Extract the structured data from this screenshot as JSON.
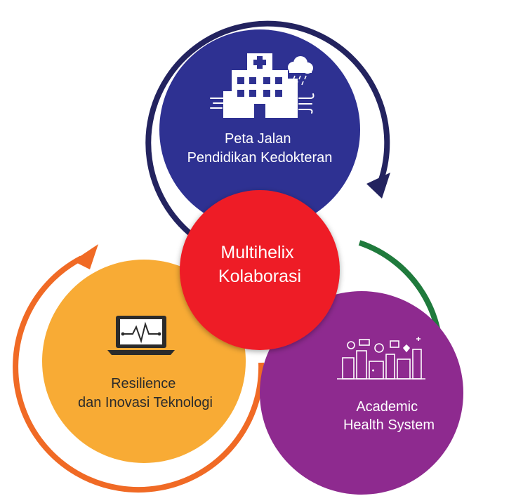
{
  "diagram": {
    "center": {
      "lines": [
        "Multihelix",
        "Kolaborasi"
      ],
      "color": "#ee1c25"
    },
    "top": {
      "lines": [
        "Peta Jalan",
        "Pendidikan Kedokteran"
      ],
      "color": "#2e3192",
      "arrow_color": "#23235f",
      "icon": "hospital-weather-icon"
    },
    "left": {
      "lines": [
        "Resilience",
        "dan Inovasi Teknologi"
      ],
      "color": "#f8ab35",
      "arrow_color": "#f06a25",
      "icon": "laptop-heartbeat-icon"
    },
    "right": {
      "lines": [
        "Academic",
        "Health System"
      ],
      "color": "#8e2a8f",
      "arrow_color": "#1f7a3c",
      "icon": "health-city-icon"
    }
  }
}
